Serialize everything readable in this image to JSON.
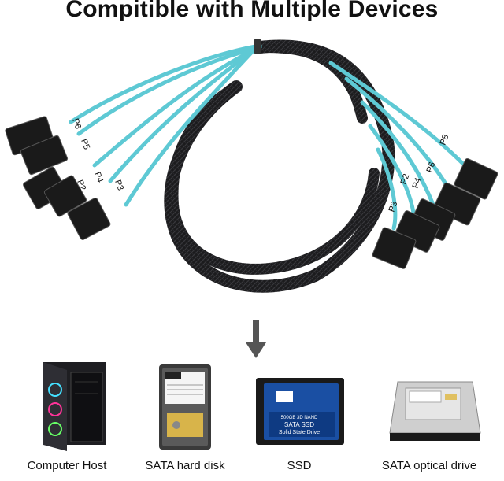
{
  "headline": "Compitible with Multiple Devices",
  "cable": {
    "left_labels": [
      "P6",
      "P5",
      "P4",
      "P2",
      "P3"
    ],
    "right_labels": [
      "P8",
      "P6",
      "P4",
      "P2",
      "P3"
    ],
    "sleeve_color": "#1b1b1d",
    "wire_color": "#5ec9d4",
    "connector_color": "#1a1a1a"
  },
  "arrow": {
    "icon": "arrow-down-icon",
    "color": "#555555"
  },
  "devices": [
    {
      "label": "Computer Host",
      "icon": "computer-tower-icon"
    },
    {
      "label": "SATA hard disk",
      "icon": "hard-disk-icon"
    },
    {
      "label": "SSD",
      "icon": "ssd-icon",
      "sticker_line1": "500GB 3D NAND",
      "sticker_line2": "SATA SSD",
      "sticker_line3": "Solid State Drive"
    },
    {
      "label": "SATA optical drive",
      "icon": "optical-drive-icon"
    }
  ]
}
